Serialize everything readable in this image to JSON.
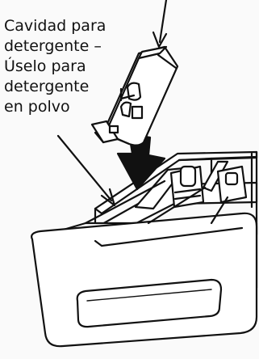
{
  "caption": {
    "lines": [
      "Cavidad para",
      "detergente –",
      "Úselo para",
      "detergente",
      "en polvo"
    ]
  },
  "colors": {
    "ink": "#111111",
    "fill": "#ffffff",
    "paper": "#fafafa"
  },
  "icons": {
    "top_arrow": "arrow-down-icon",
    "insert_arrow": "thick-arrow-down-icon",
    "pointer": "leader-line-icon"
  }
}
